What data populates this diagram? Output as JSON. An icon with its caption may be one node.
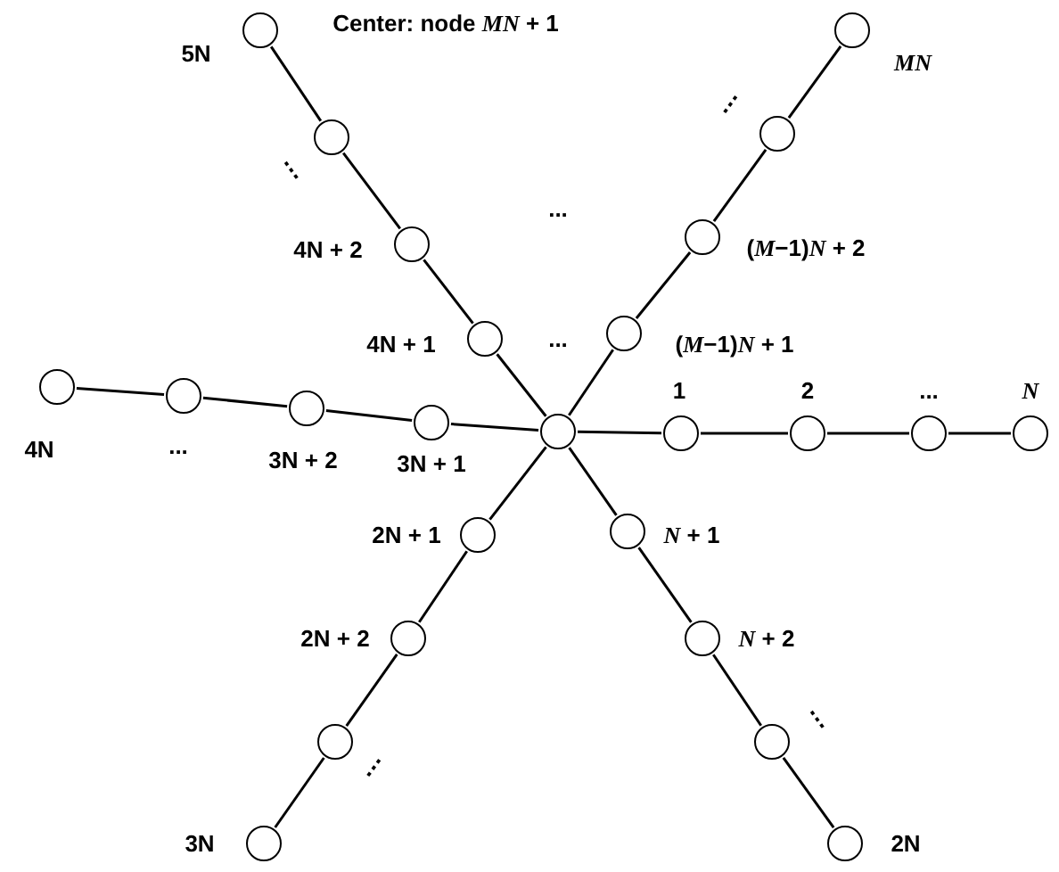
{
  "diagram": {
    "title": "Center: node *MN* + 1",
    "nodes": [
      {
        "text": [],
        "shape": "circle"
      },
      {
        "text": [],
        "shape": "circle",
        "beside": [
          "1"
        ]
      },
      {
        "text": [],
        "shape": "circle",
        "beside": [
          "2"
        ]
      },
      {
        "text": [],
        "shape": "circle",
        "beside": [
          "..."
        ]
      },
      {
        "text": [],
        "shape": "circle",
        "beside": [
          "*N*"
        ]
      },
      {
        "text": [],
        "shape": "circle",
        "beside": [
          "*N* + 1"
        ]
      },
      {
        "text": [],
        "shape": "circle",
        "beside": [
          "*N* + 2"
        ]
      },
      {
        "text": [],
        "shape": "circle",
        "beside": [
          "⋮"
        ]
      },
      {
        "text": [],
        "shape": "circle",
        "beside": [
          "2N"
        ]
      },
      {
        "text": [],
        "shape": "circle",
        "beside": [
          "2N + 1"
        ]
      },
      {
        "text": [],
        "shape": "circle",
        "beside": [
          "2N + 2"
        ]
      },
      {
        "text": [],
        "shape": "circle",
        "beside": [
          "⋮"
        ]
      },
      {
        "text": [],
        "shape": "circle",
        "beside": [
          "3N"
        ]
      },
      {
        "text": [],
        "shape": "circle",
        "beside": [
          "3N + 1"
        ]
      },
      {
        "text": [],
        "shape": "circle",
        "beside": [
          "3N + 2"
        ]
      },
      {
        "text": [],
        "shape": "circle",
        "beside": [
          "..."
        ]
      },
      {
        "text": [],
        "shape": "circle",
        "beside": [
          "4N"
        ]
      },
      {
        "text": [],
        "shape": "circle",
        "beside": [
          "4N + 1"
        ]
      },
      {
        "text": [],
        "shape": "circle",
        "beside": [
          "4N + 2"
        ]
      },
      {
        "text": [],
        "shape": "circle",
        "beside": [
          "⋮"
        ]
      },
      {
        "text": [],
        "shape": "circle",
        "beside": [
          "5N"
        ]
      },
      {
        "text": [],
        "shape": "circle",
        "beside": [
          "(*M*−1)*N* + 1"
        ]
      },
      {
        "text": [],
        "shape": "circle",
        "beside": [
          "(*M*−1)*N* + 2"
        ]
      },
      {
        "text": [],
        "shape": "circle",
        "beside": [
          "⋮"
        ]
      },
      {
        "text": [],
        "shape": "circle",
        "beside": [
          "*MN*"
        ]
      }
    ],
    "edges": [
      {
        "from": 0,
        "to": 1,
        "arrow": "none"
      },
      {
        "from": 1,
        "to": 2,
        "arrow": "none"
      },
      {
        "from": 2,
        "to": 3,
        "arrow": "none"
      },
      {
        "from": 3,
        "to": 4,
        "arrow": "none"
      },
      {
        "from": 0,
        "to": 5,
        "arrow": "none"
      },
      {
        "from": 5,
        "to": 6,
        "arrow": "none"
      },
      {
        "from": 6,
        "to": 7,
        "arrow": "none"
      },
      {
        "from": 7,
        "to": 8,
        "arrow": "none"
      },
      {
        "from": 0,
        "to": 9,
        "arrow": "none"
      },
      {
        "from": 9,
        "to": 10,
        "arrow": "none"
      },
      {
        "from": 10,
        "to": 11,
        "arrow": "none"
      },
      {
        "from": 11,
        "to": 12,
        "arrow": "none"
      },
      {
        "from": 0,
        "to": 13,
        "arrow": "none"
      },
      {
        "from": 13,
        "to": 14,
        "arrow": "none"
      },
      {
        "from": 14,
        "to": 15,
        "arrow": "none"
      },
      {
        "from": 15,
        "to": 16,
        "arrow": "none"
      },
      {
        "from": 0,
        "to": 17,
        "arrow": "none"
      },
      {
        "from": 17,
        "to": 18,
        "arrow": "none"
      },
      {
        "from": 18,
        "to": 19,
        "arrow": "none"
      },
      {
        "from": 19,
        "to": 20,
        "arrow": "none"
      },
      {
        "from": 0,
        "to": 21,
        "arrow": "none"
      },
      {
        "from": 21,
        "to": 22,
        "arrow": "none"
      },
      {
        "from": 22,
        "to": 23,
        "arrow": "none"
      },
      {
        "from": 23,
        "to": 24,
        "arrow": "none"
      }
    ],
    "labels": [
      "...",
      "..."
    ]
  }
}
